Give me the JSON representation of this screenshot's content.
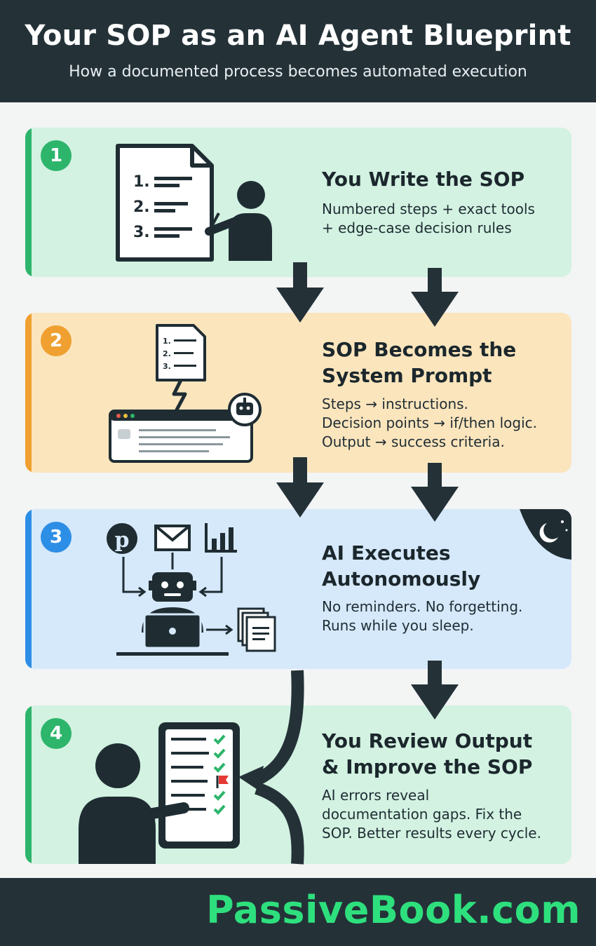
{
  "header": {
    "title": "Your SOP as an AI Agent Blueprint",
    "subtitle": "How a documented process becomes automated execution"
  },
  "steps": [
    {
      "number": "1",
      "heading": [
        "You Write the SOP"
      ],
      "description": [
        "Numbered steps + exact tools",
        "+ edge-case decision rules"
      ],
      "color": "#2db56b",
      "illustration_labels": [
        "1.",
        "2.",
        "3."
      ]
    },
    {
      "number": "2",
      "heading": [
        "SOP Becomes the",
        "System Prompt"
      ],
      "description": [
        "Steps → instructions.",
        "Decision points → if/then logic.",
        "Output → success criteria."
      ],
      "color": "#f0a030",
      "illustration_labels": [
        "1.",
        "2.",
        "3."
      ]
    },
    {
      "number": "3",
      "heading": [
        "AI Executes",
        "Autonomously"
      ],
      "description": [
        "No reminders. No forgetting.",
        "Runs while you sleep."
      ],
      "color": "#2d8ee6"
    },
    {
      "number": "4",
      "heading": [
        "You Review Output",
        "& Improve the SOP"
      ],
      "description": [
        "AI errors reveal",
        "documentation gaps. Fix the",
        "SOP. Better results every cycle."
      ],
      "color": "#2db56b"
    }
  ],
  "footer": {
    "brand": "PassiveBook.com"
  },
  "colors": {
    "dark": "#243238",
    "brand_green": "#2ee07d"
  }
}
